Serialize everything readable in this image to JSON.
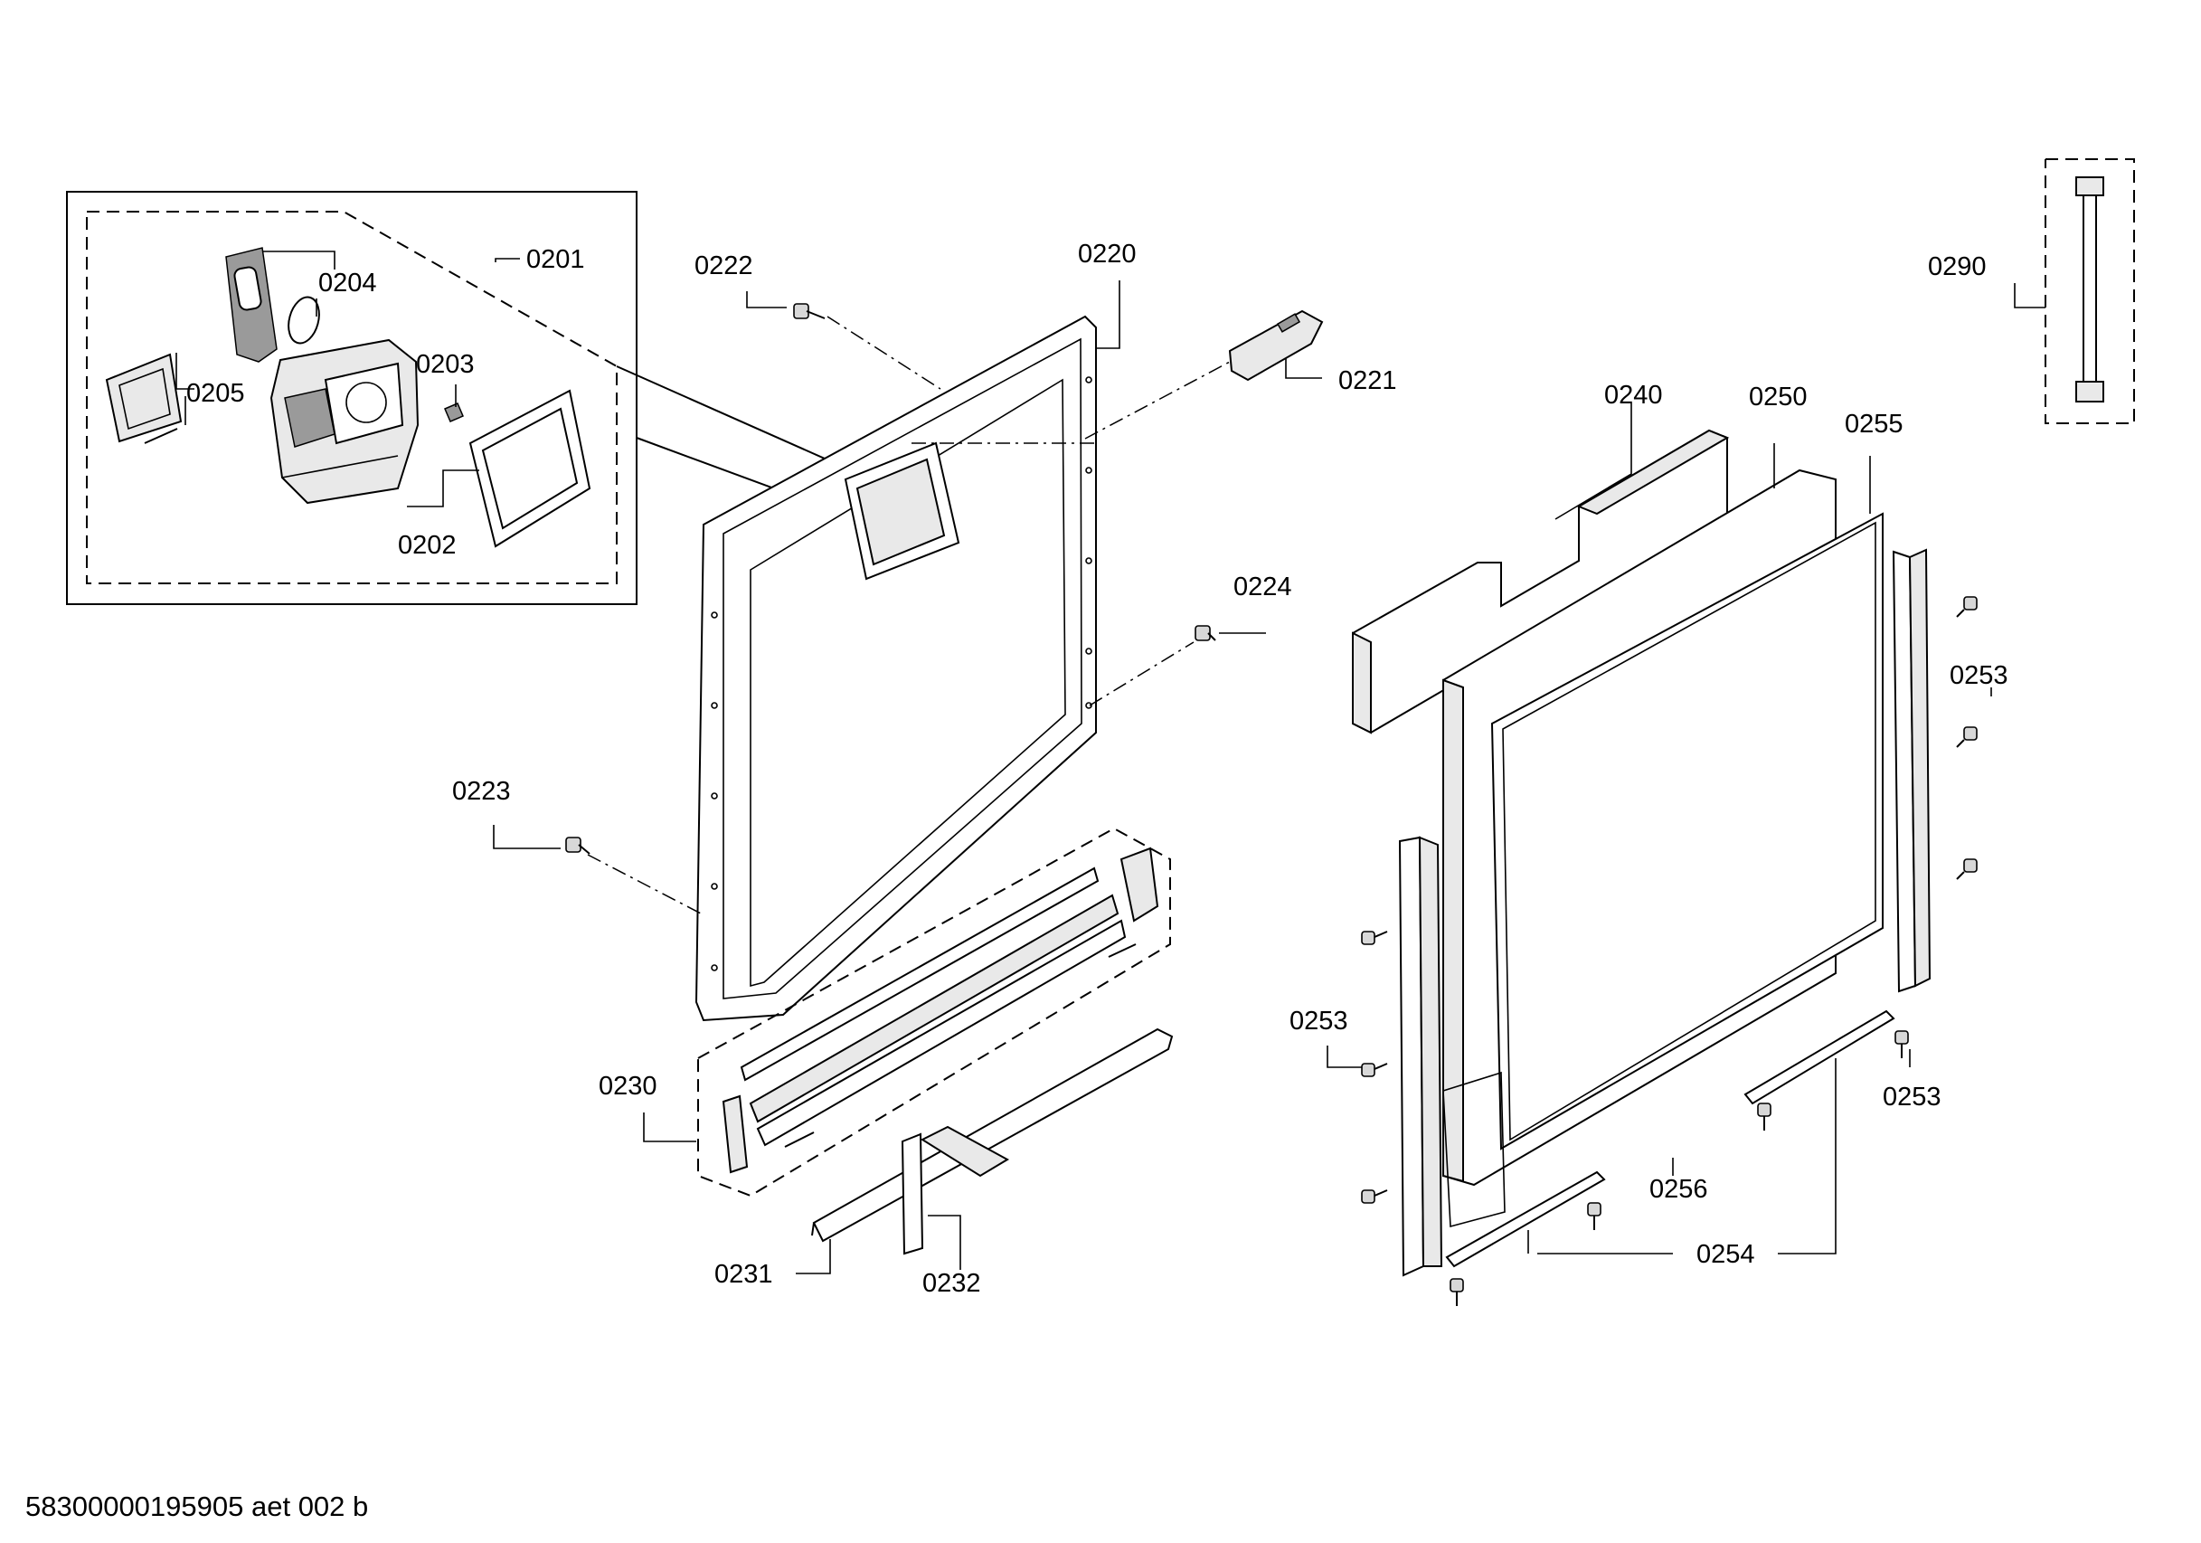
{
  "diagram": {
    "footer_code": "58300000195905 aet 002 b",
    "parts": [
      {
        "id": "0201",
        "label": "0201"
      },
      {
        "id": "0202",
        "label": "0202"
      },
      {
        "id": "0203",
        "label": "0203"
      },
      {
        "id": "0204",
        "label": "0204"
      },
      {
        "id": "0205",
        "label": "0205"
      },
      {
        "id": "0220",
        "label": "0220"
      },
      {
        "id": "0221",
        "label": "0221"
      },
      {
        "id": "0222",
        "label": "0222"
      },
      {
        "id": "0223",
        "label": "0223"
      },
      {
        "id": "0224",
        "label": "0224"
      },
      {
        "id": "0230",
        "label": "0230"
      },
      {
        "id": "0231",
        "label": "0231"
      },
      {
        "id": "0232",
        "label": "0232"
      },
      {
        "id": "0240",
        "label": "0240"
      },
      {
        "id": "0250",
        "label": "0250"
      },
      {
        "id": "0253",
        "label": "0253"
      },
      {
        "id": "0254",
        "label": "0254"
      },
      {
        "id": "0255",
        "label": "0255"
      },
      {
        "id": "0256",
        "label": "0256"
      },
      {
        "id": "0290",
        "label": "0290"
      }
    ]
  }
}
